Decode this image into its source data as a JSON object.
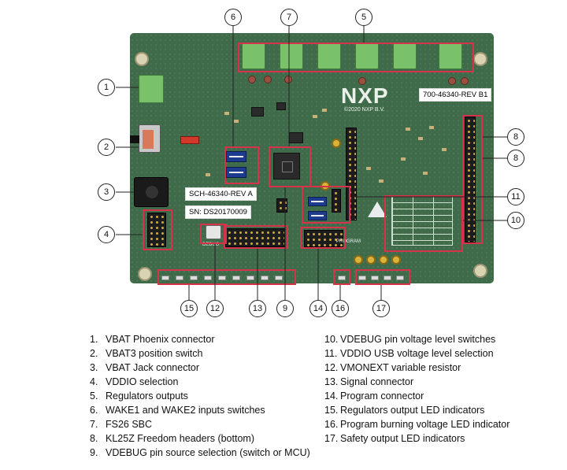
{
  "board": {
    "part_number": "700-46340-REV B1",
    "schematic": "SCH-46340-REV A",
    "serial": "SN: DS20170009",
    "brand": "NXP"
  },
  "callouts": [
    "1",
    "2",
    "3",
    "4",
    "5",
    "6",
    "7",
    "8",
    "8",
    "10",
    "11",
    "12",
    "13",
    "9",
    "14",
    "16",
    "15",
    "17"
  ],
  "legend": {
    "left": [
      {
        "num": "1.",
        "text": "VBAT Phoenix connector"
      },
      {
        "num": "2.",
        "text": "VBAT3 position switch"
      },
      {
        "num": "3.",
        "text": "VBAT Jack connector"
      },
      {
        "num": "4.",
        "text": "VDDIO selection"
      },
      {
        "num": "5.",
        "text": "Regulators outputs"
      },
      {
        "num": "6.",
        "text": "WAKE1 and WAKE2 inputs switches"
      },
      {
        "num": "7.",
        "text": "FS26 SBC"
      },
      {
        "num": "8.",
        "text": "KL25Z Freedom headers (bottom)"
      },
      {
        "num": "9.",
        "text": "VDEBUG pin source selection (switch or MCU)"
      }
    ],
    "right": [
      {
        "num": "10.",
        "text": "VDEBUG pin voltage level switches"
      },
      {
        "num": "11.",
        "text": "VDDIO USB voltage level selection"
      },
      {
        "num": "12.",
        "text": "VMONEXT variable resistor"
      },
      {
        "num": "13.",
        "text": "Signal connector"
      },
      {
        "num": "14.",
        "text": "Program connector"
      },
      {
        "num": "15.",
        "text": "Regulators output LED indicators"
      },
      {
        "num": "16.",
        "text": "Program burning voltage LED indicator"
      },
      {
        "num": "17.",
        "text": "Safety output LED indicators"
      }
    ]
  },
  "colors": {
    "board": "#3f6b4a",
    "highlight": "#d6324a",
    "connector": "#79c26a"
  }
}
